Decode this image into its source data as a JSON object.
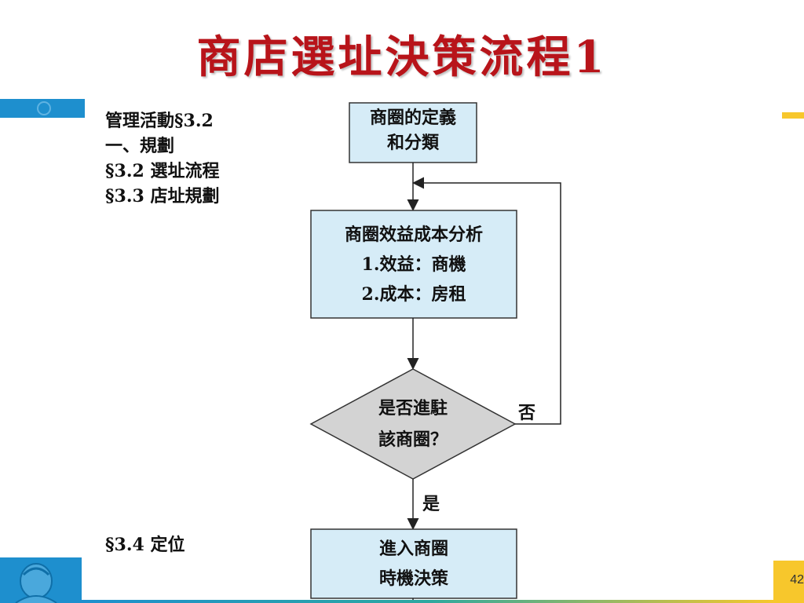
{
  "title": "商店選址決策流程1",
  "notes": {
    "lines": [
      "管理活動§3.2",
      "一、規劃",
      "§3.2 選址流程",
      "§3.3 店址規劃"
    ],
    "bottom": "§3.4 定位"
  },
  "flow": {
    "nodes": {
      "define": {
        "line1": "商圈的定義",
        "line2": "和分類"
      },
      "analysis": {
        "line1": "商圈效益成本分析",
        "line2": "1.效益：商機",
        "line3": "2.成本：房租"
      },
      "decision": {
        "line1": "是否進駐",
        "line2": "該商圈？"
      },
      "enter": {
        "line1": "進入商圈",
        "line2": "時機決策"
      }
    },
    "edges": {
      "no_label": "否",
      "yes_label": "是"
    }
  },
  "page_number": "42",
  "colors": {
    "title": "#b8141a",
    "box_fill": "#d6ecf7",
    "diamond_fill": "#d3d3d3",
    "accent_blue": "#1e8fce",
    "accent_yellow": "#f7c72c"
  }
}
